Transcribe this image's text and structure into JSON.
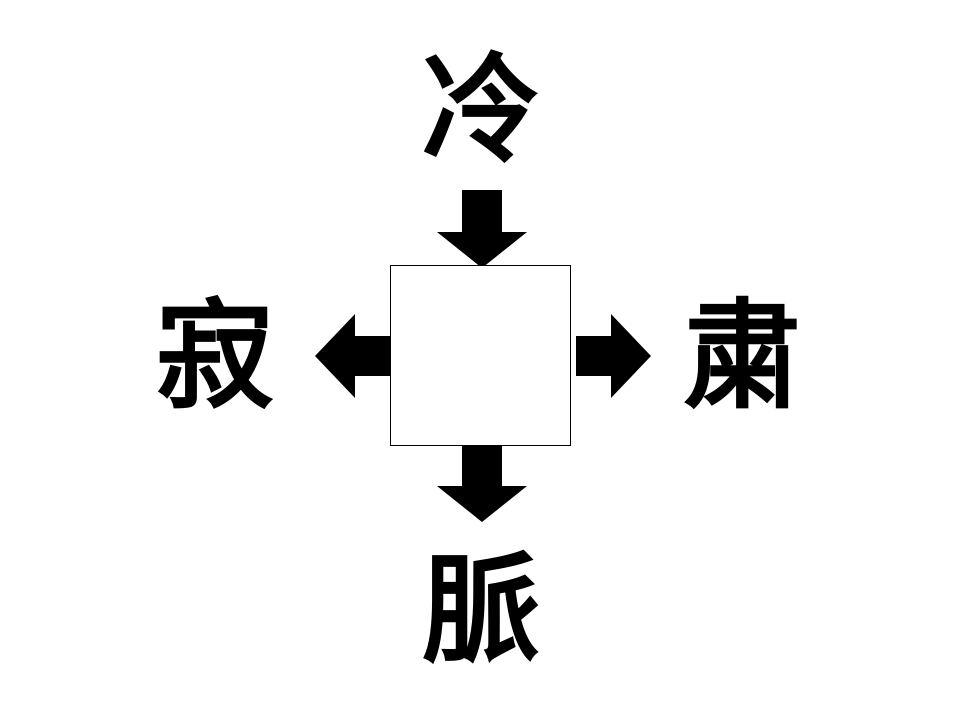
{
  "puzzle": {
    "clues": {
      "top": "冷",
      "left": "寂",
      "right": "粛",
      "bottom": "脈"
    },
    "answer": ""
  },
  "colors": {
    "ink": "#000000",
    "background": "#ffffff"
  }
}
